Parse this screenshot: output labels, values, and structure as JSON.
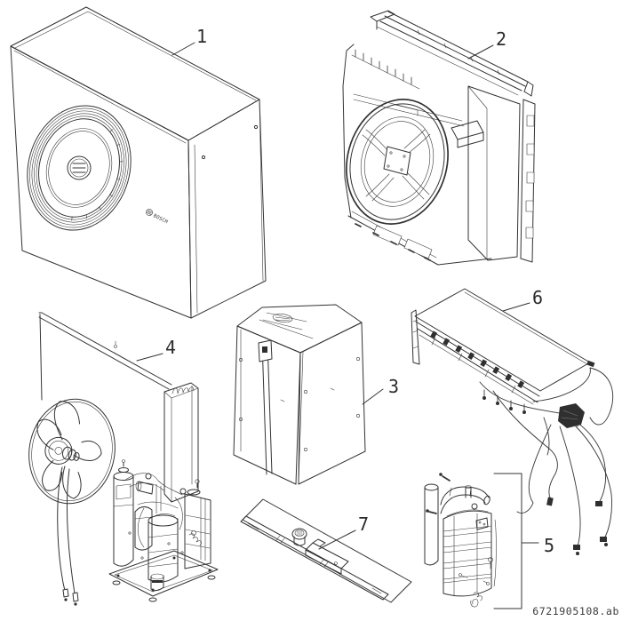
{
  "page": {
    "background_color": "#ffffff",
    "line_color": "#333333"
  },
  "brand": {
    "logo_text": "BOSCH"
  },
  "footer": {
    "document_code": "6721905108.ab"
  },
  "parts": [
    {
      "label": "1",
      "figure": "heat-pump-outdoor-unit-assembled"
    },
    {
      "label": "2",
      "figure": "epp-fan-duct-casing"
    },
    {
      "label": "3",
      "figure": "sheet-metal-casing-panels"
    },
    {
      "label": "4",
      "figure": "fan-coil-compressor-assembly"
    },
    {
      "label": "5",
      "figure": "compressor-with-insulation"
    },
    {
      "label": "6",
      "figure": "top-cover-with-wiring-harness"
    },
    {
      "label": "7",
      "figure": "mounting-rail"
    }
  ]
}
